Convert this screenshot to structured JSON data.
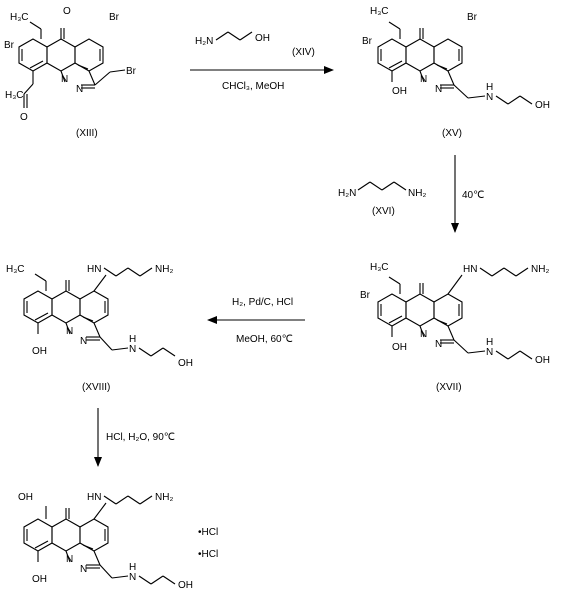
{
  "compounds": {
    "xiii": {
      "id": "(XIII)",
      "atoms": {
        "me": "H₃C",
        "br1": "Br",
        "br2": "Br",
        "n": "N",
        "n2": "N",
        "brch2": "Br",
        "ac": "H₃C",
        "o": "O"
      }
    },
    "xv": {
      "id": "(XV)",
      "atoms": {
        "me": "H₃C",
        "br1": "Br",
        "br2": "Br",
        "oh": "OH",
        "n": "N",
        "n2": "N",
        "nh": "N",
        "h": "H",
        "oh2": "OH"
      }
    },
    "xvii": {
      "id": "(XVII)",
      "atoms": {
        "me": "H₃C",
        "br": "Br",
        "hn": "HN",
        "nh2": "NH₂",
        "oh": "OH",
        "n": "N",
        "n2": "N",
        "nh": "N",
        "h": "H",
        "oh2": "OH"
      }
    },
    "xviii": {
      "id": "(XVIII)",
      "atoms": {
        "me": "H₃C",
        "hn": "HN",
        "nh2": "NH₂",
        "oh": "OH",
        "n": "N",
        "n2": "N",
        "nh": "N",
        "h": "H",
        "oh2": "OH"
      }
    },
    "final": {
      "atoms": {
        "oh1": "OH",
        "hn": "HN",
        "nh2": "NH₂",
        "oh": "OH",
        "n": "N",
        "n2": "N",
        "nh": "N",
        "h": "H",
        "oh2": "OH"
      },
      "salt1": "•HCl",
      "salt2": "•HCl"
    }
  },
  "reagents": {
    "xiv": {
      "id": "(XIV)",
      "h2n": "H₂N",
      "oh": "OH"
    },
    "xvi": {
      "id": "(XVI)",
      "h2n": "H₂N",
      "nh2": "NH₂"
    }
  },
  "steps": {
    "step1": {
      "conditions": "CHCl₃, MeOH"
    },
    "step2": {
      "conditions": "40℃"
    },
    "step3": {
      "top": "H₂, Pd/C, HCl",
      "bottom": "MeOH, 60℃"
    },
    "step4": {
      "conditions": "HCl, H₂O, 90℃"
    }
  }
}
